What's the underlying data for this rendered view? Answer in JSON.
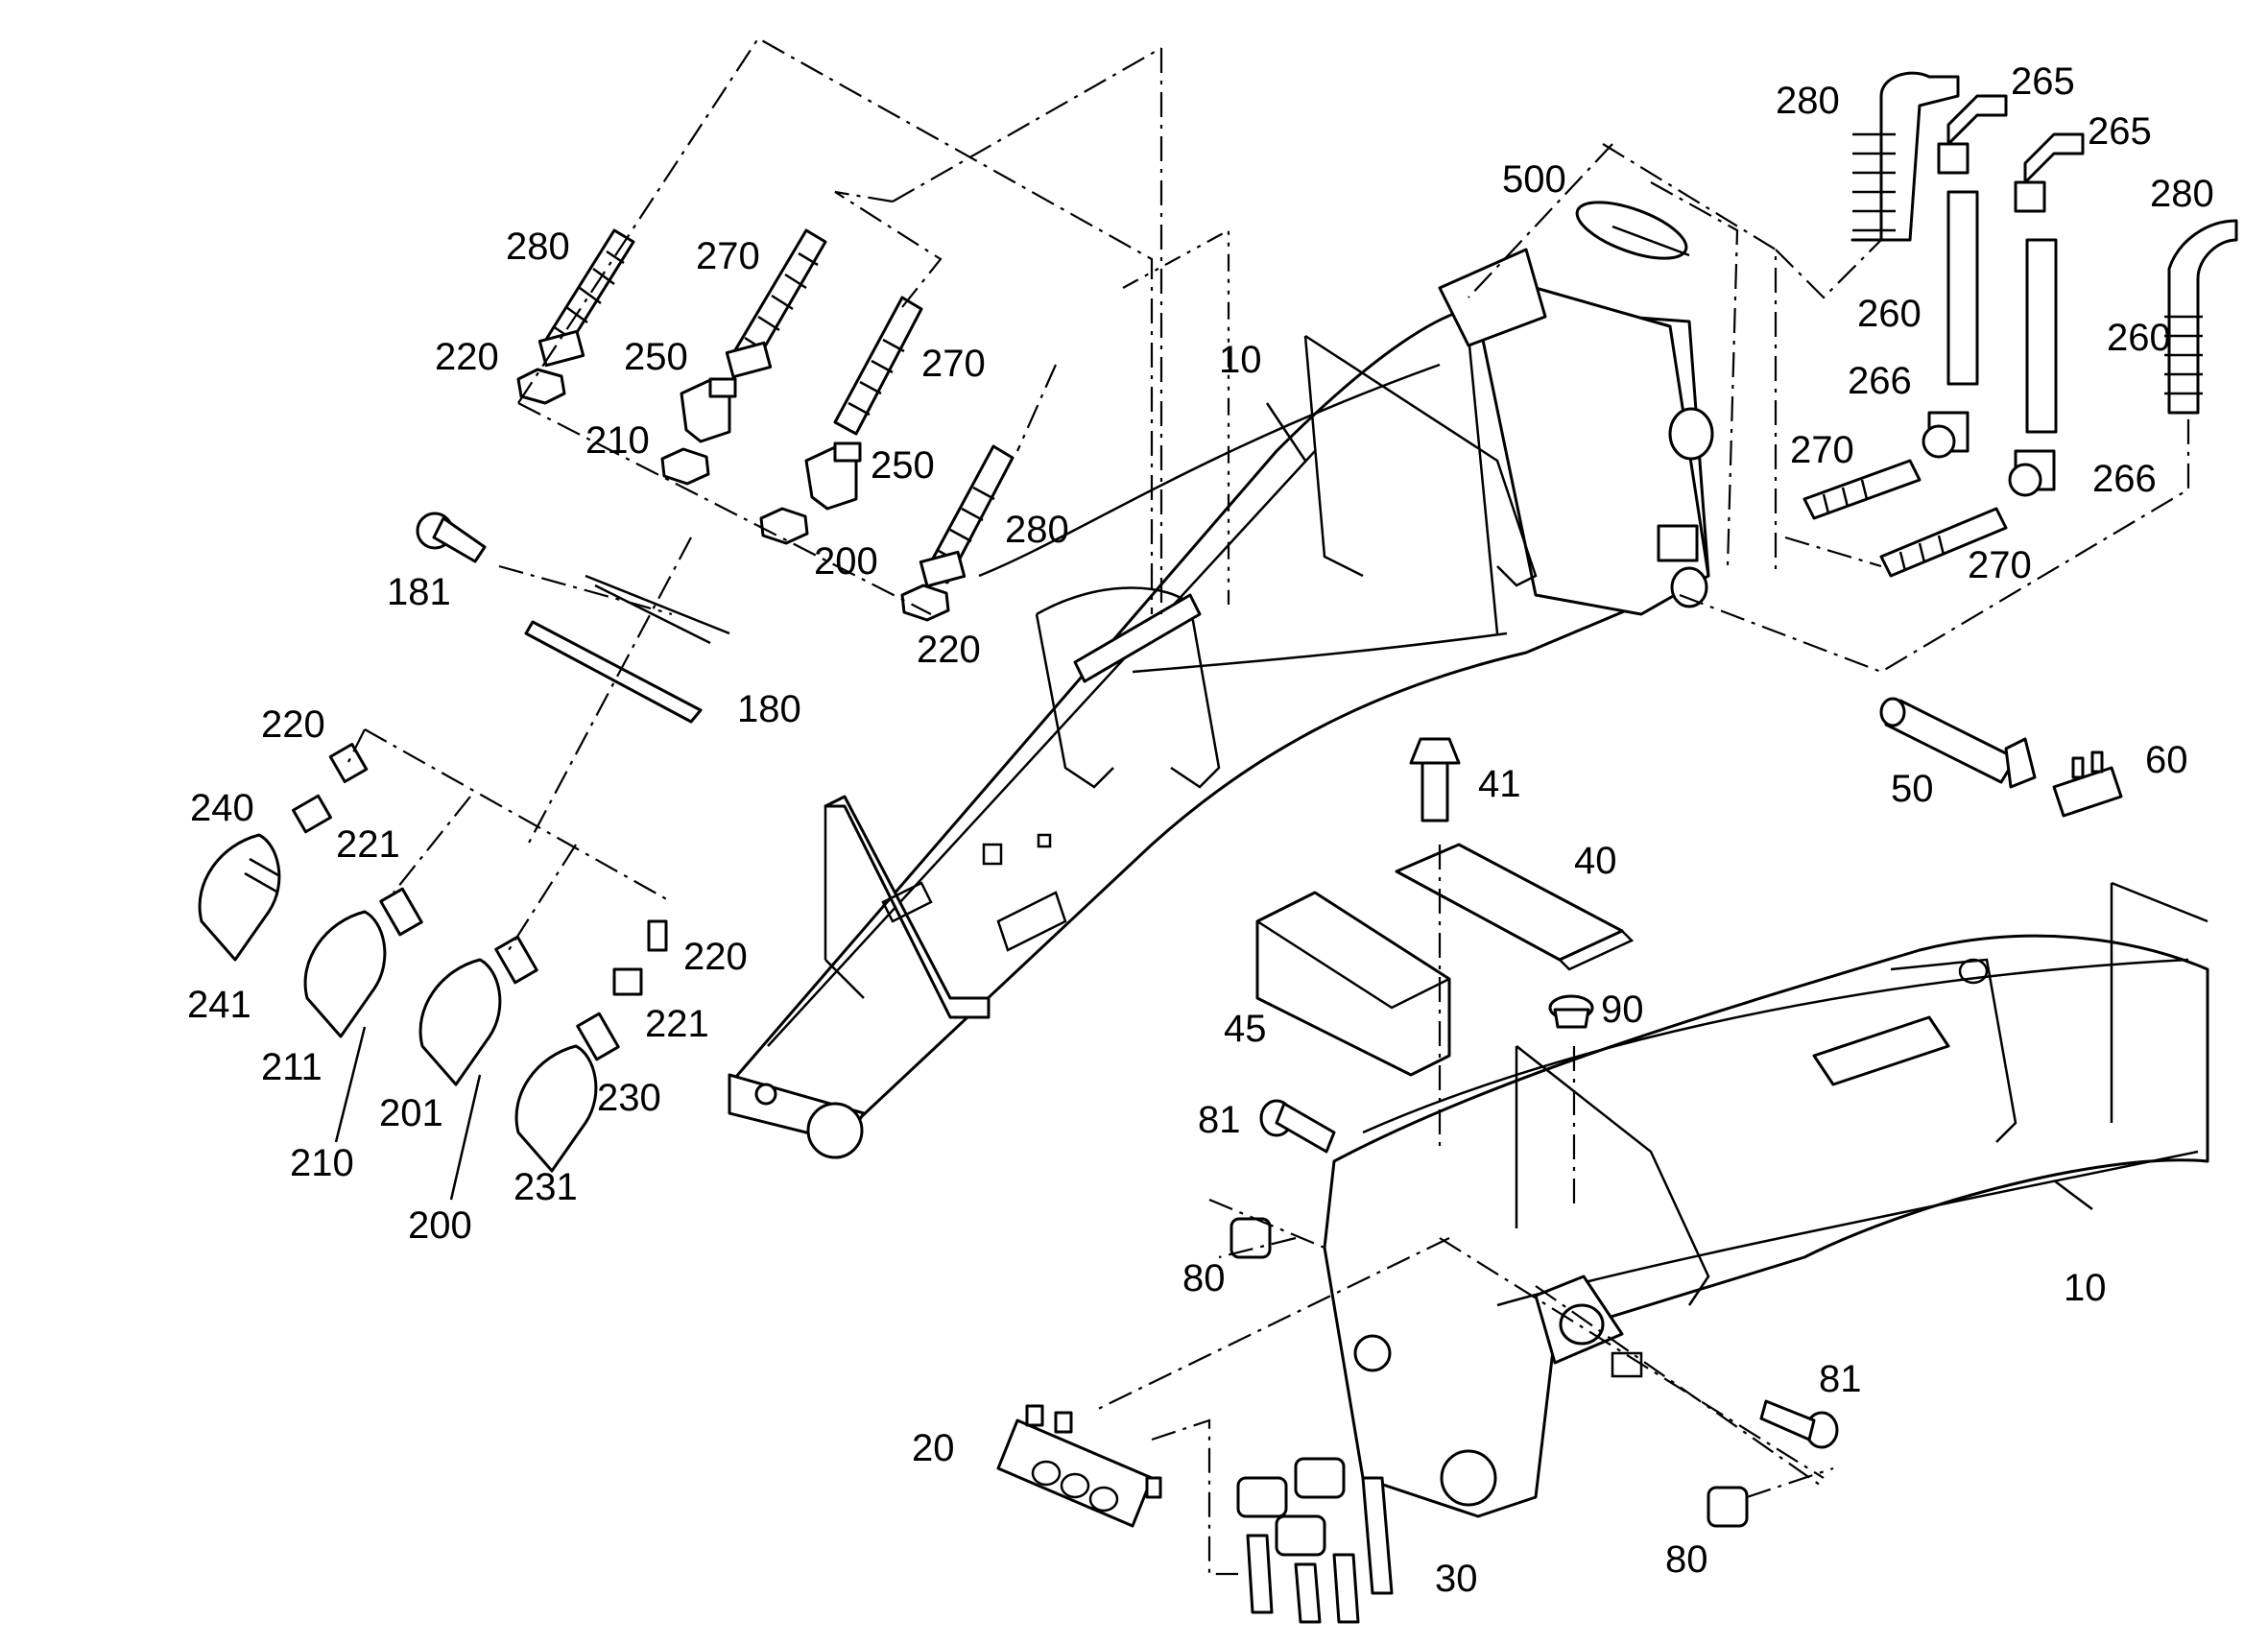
{
  "diagram": {
    "callouts": [
      {
        "id": "c280a",
        "text": "280"
      },
      {
        "id": "c265a",
        "text": "265"
      },
      {
        "id": "c265b",
        "text": "265"
      },
      {
        "id": "c500",
        "text": "500"
      },
      {
        "id": "c280b",
        "text": "280"
      },
      {
        "id": "c280c",
        "text": "280"
      },
      {
        "id": "c270a",
        "text": "270"
      },
      {
        "id": "c10a",
        "text": "10"
      },
      {
        "id": "c260a",
        "text": "260"
      },
      {
        "id": "c260b",
        "text": "260"
      },
      {
        "id": "c266a",
        "text": "266"
      },
      {
        "id": "c220a",
        "text": "220"
      },
      {
        "id": "c250a",
        "text": "250"
      },
      {
        "id": "c270b",
        "text": "270"
      },
      {
        "id": "c270c",
        "text": "270"
      },
      {
        "id": "c266b",
        "text": "266"
      },
      {
        "id": "c210a",
        "text": "210"
      },
      {
        "id": "c250b",
        "text": "250"
      },
      {
        "id": "c280d",
        "text": "280"
      },
      {
        "id": "c270d",
        "text": "270"
      },
      {
        "id": "c200a",
        "text": "200"
      },
      {
        "id": "c181",
        "text": "181"
      },
      {
        "id": "c220b",
        "text": "220"
      },
      {
        "id": "c180",
        "text": "180"
      },
      {
        "id": "c220c",
        "text": "220"
      },
      {
        "id": "c41",
        "text": "41"
      },
      {
        "id": "c50",
        "text": "50"
      },
      {
        "id": "c60",
        "text": "60"
      },
      {
        "id": "c240",
        "text": "240"
      },
      {
        "id": "c221a",
        "text": "221"
      },
      {
        "id": "c40",
        "text": "40"
      },
      {
        "id": "c220d",
        "text": "220"
      },
      {
        "id": "c241",
        "text": "241"
      },
      {
        "id": "c221b",
        "text": "221"
      },
      {
        "id": "c90",
        "text": "90"
      },
      {
        "id": "c45",
        "text": "45"
      },
      {
        "id": "c211",
        "text": "211"
      },
      {
        "id": "c230",
        "text": "230"
      },
      {
        "id": "c201",
        "text": "201"
      },
      {
        "id": "c81a",
        "text": "81"
      },
      {
        "id": "c210b",
        "text": "210"
      },
      {
        "id": "c231",
        "text": "231"
      },
      {
        "id": "c200b",
        "text": "200"
      },
      {
        "id": "c80a",
        "text": "80"
      },
      {
        "id": "c10b",
        "text": "10"
      },
      {
        "id": "c81b",
        "text": "81"
      },
      {
        "id": "c20",
        "text": "20"
      },
      {
        "id": "c30",
        "text": "30"
      },
      {
        "id": "c80b",
        "text": "80"
      }
    ]
  }
}
